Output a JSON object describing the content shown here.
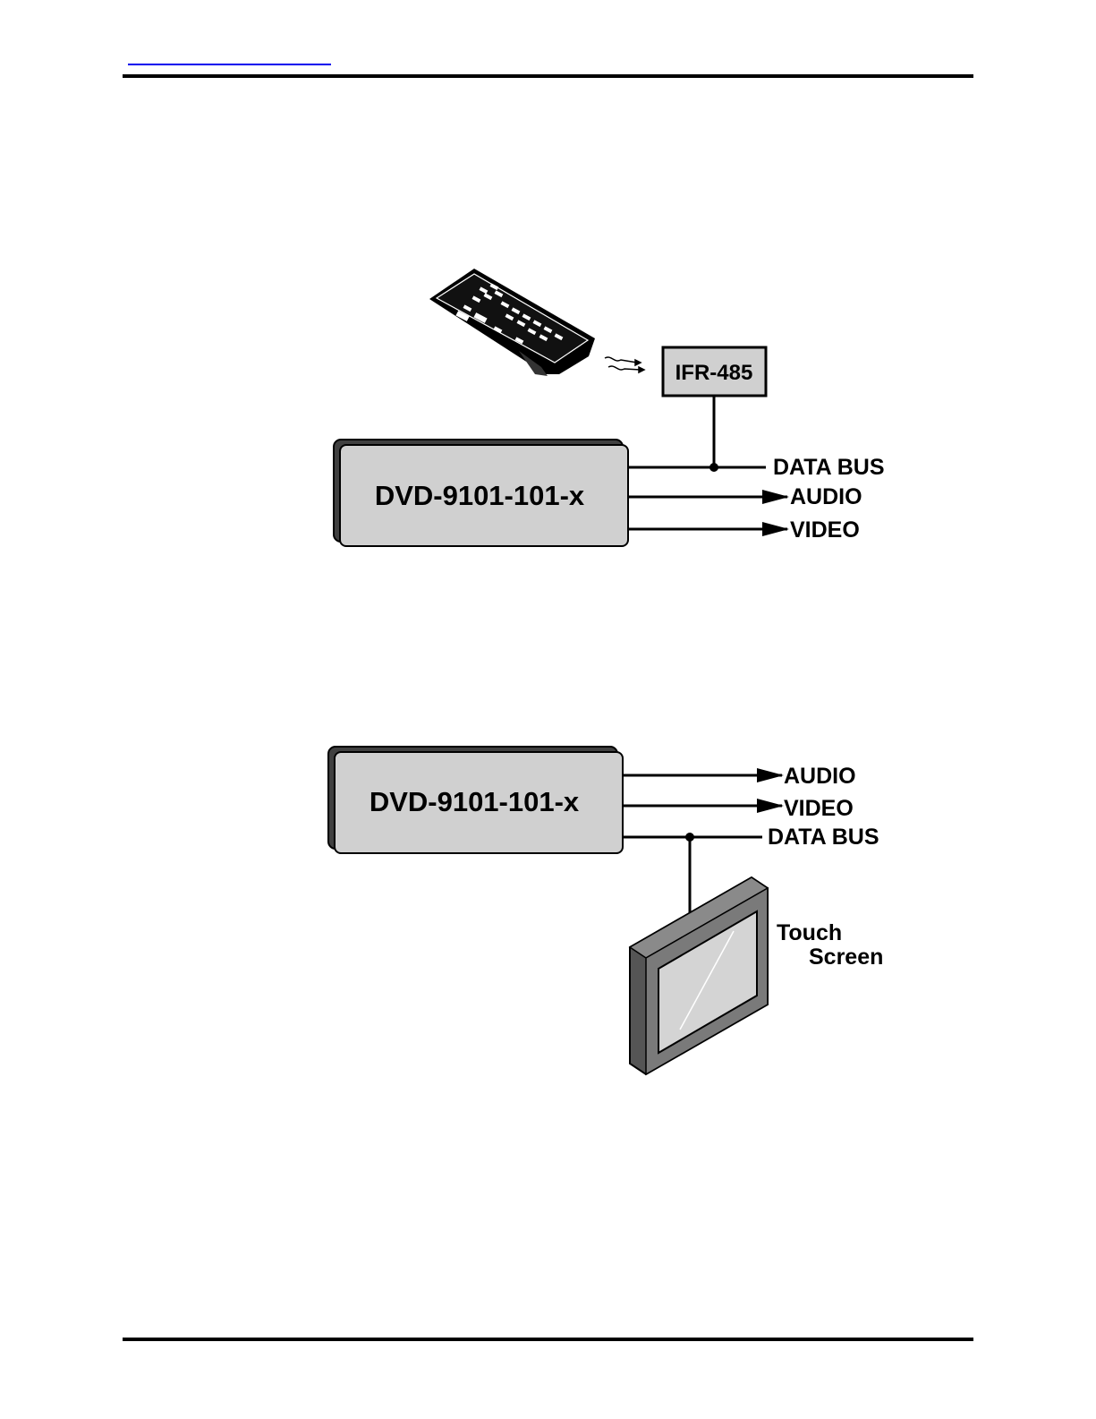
{
  "header": {
    "link_text": ""
  },
  "diagram1": {
    "device_label": "DVD-9101-101-x",
    "receiver_label": "IFR-485",
    "outputs": {
      "data_bus": "DATA BUS",
      "audio": "AUDIO",
      "video": "VIDEO"
    }
  },
  "diagram2": {
    "device_label": "DVD-9101-101-x",
    "outputs": {
      "audio": "AUDIO",
      "video": "VIDEO",
      "data_bus": "DATA BUS"
    },
    "touch_screen_line1": "Touch",
    "touch_screen_line2": "Screen"
  },
  "colors": {
    "box_fill": "#d0d0d0",
    "box_shadow": "#404040",
    "link_underline": "#0000ee"
  }
}
